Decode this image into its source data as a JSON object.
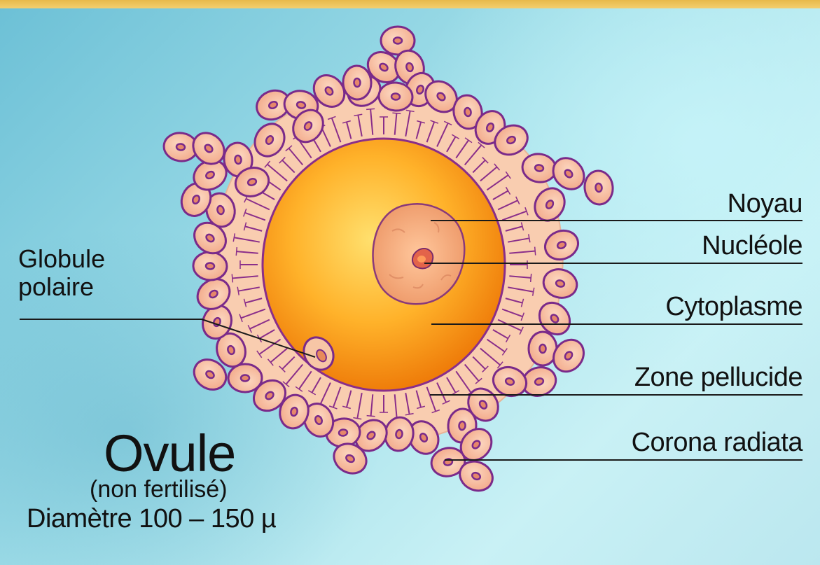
{
  "title": "Ovule",
  "subtitle": "(non fertilisé)",
  "diameter": "Diamètre 100 – 150 µ",
  "labels": {
    "noyau": "Noyau",
    "nucleole": "Nucléole",
    "cytoplasme": "Cytoplasme",
    "zone_pellucide": "Zone pellucide",
    "corona_radiata": "Corona radiata",
    "globule_line1": "Globule",
    "globule_line2": "polaire"
  },
  "colors": {
    "cell_fill": "#f6b89a",
    "cell_outline": "#7a2a8a",
    "zone_fill": "#f9cdb0",
    "cytoplasm_inner": "#ffd25a",
    "cytoplasm_outer": "#f0880e",
    "nucleus": "#f3a878"
  }
}
